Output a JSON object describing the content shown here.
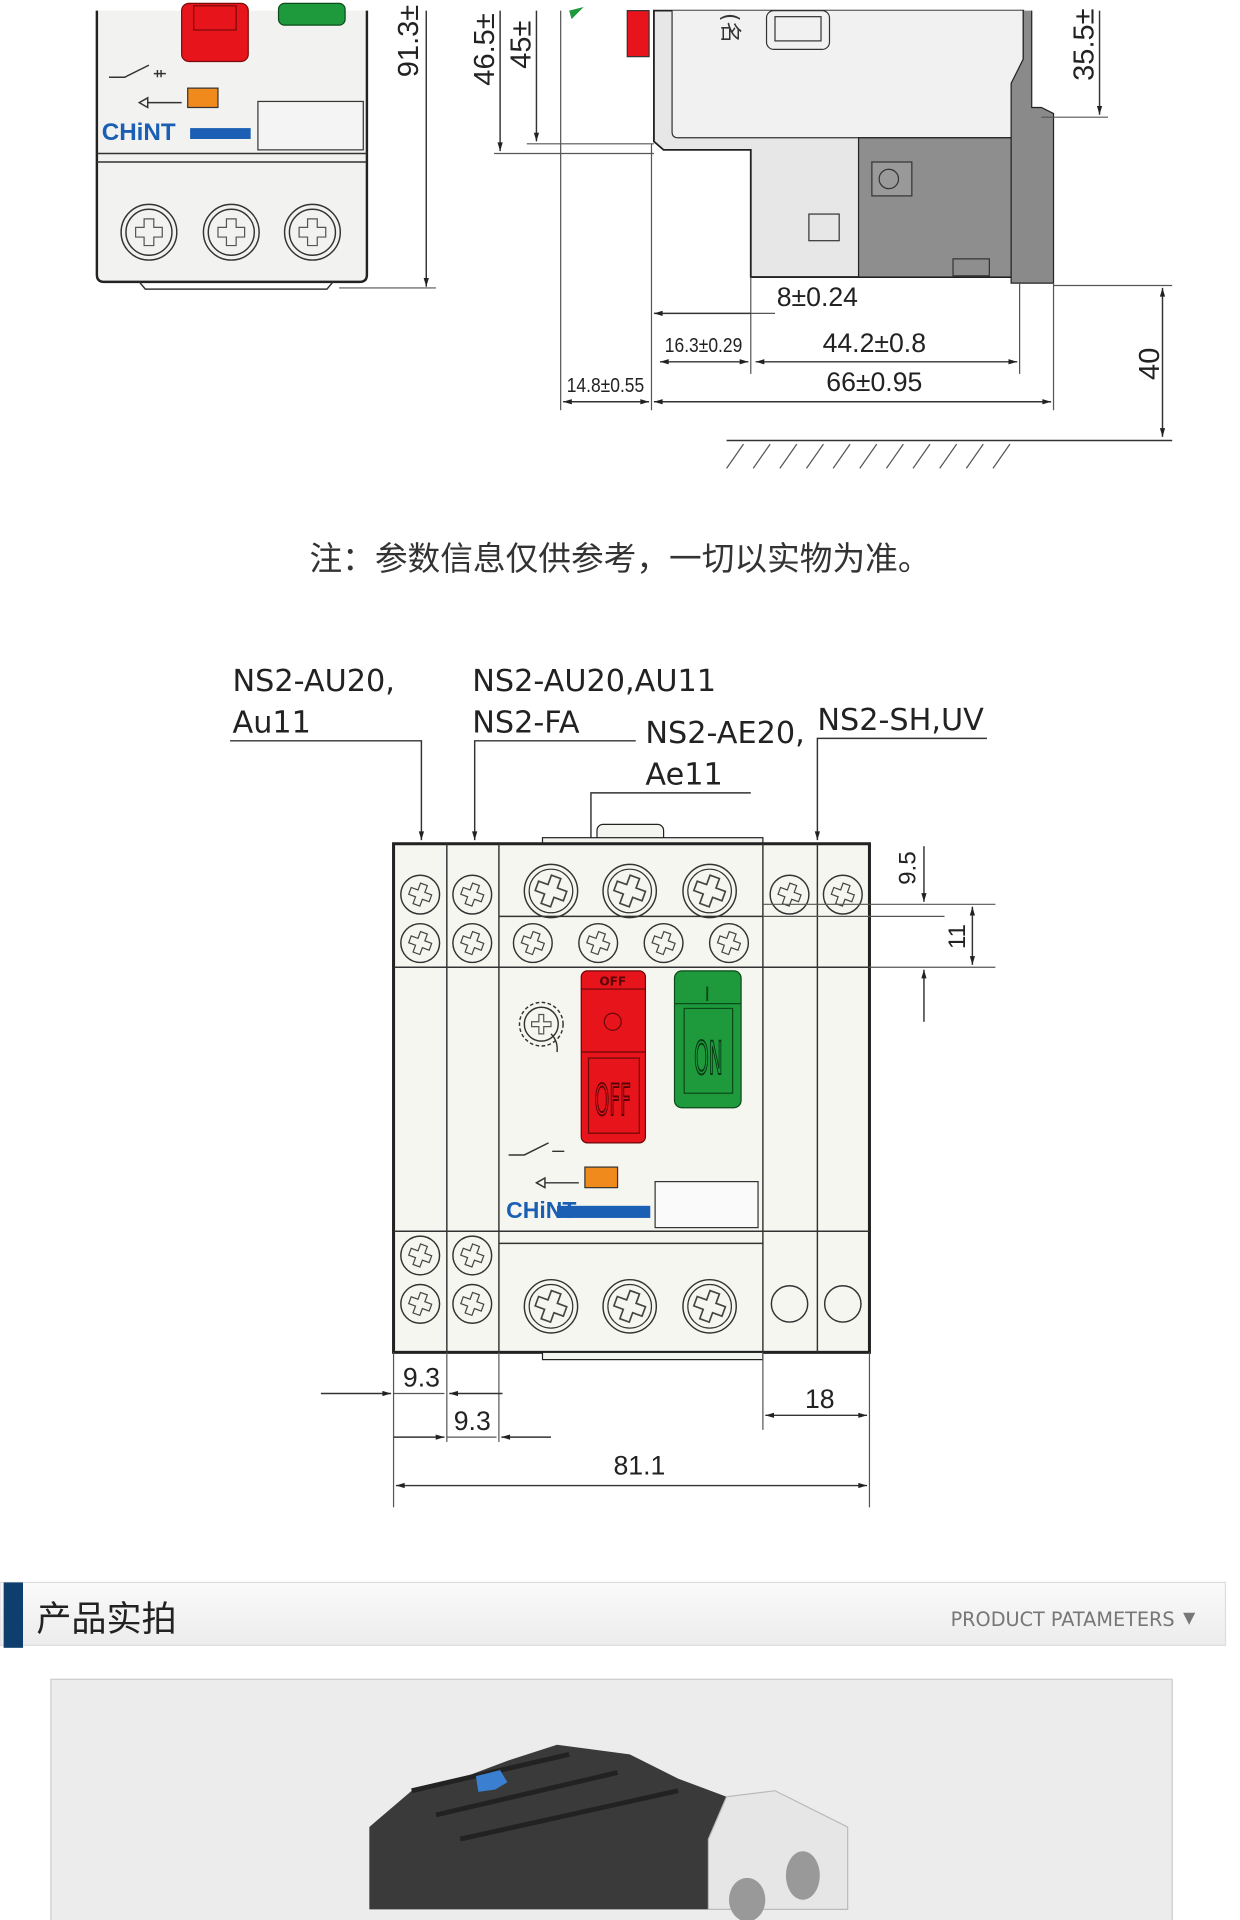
{
  "side_view": {
    "dims": {
      "height_913": "91.3±",
      "height_465": "46.5±",
      "height_45": "45±",
      "height_355": "35.5±",
      "d_8": "8±0.24",
      "d_163": "16.3±0.29",
      "d_442": "44.2±0.8",
      "d_148": "14.8±0.55",
      "d_66": "66±0.95",
      "d_40": "40"
    },
    "nameplate_fragment": "(名"
  },
  "front_top": {
    "brand": "CHiNT"
  },
  "note": "注：参数信息仅供参考，一切以实物为准。",
  "accessory_view": {
    "labels": {
      "au20_line1": "NS2-AU20,",
      "au20_line2": "Au11",
      "au_fa_line1": "NS2-AU20,AU11",
      "au_fa_line2": "NS2-FA",
      "ae_line1": "NS2-AE20,",
      "ae_line2": "Ae11",
      "sh_uv": "NS2-SH,UV"
    },
    "buttons": {
      "off_small": "OFF",
      "off": "OFF",
      "on": "ON",
      "on_mark": "I"
    },
    "brand": "CHiNT",
    "dims": {
      "d_95": "9.5",
      "d_11": "11",
      "d_93a": "9.3",
      "d_93b": "9.3",
      "d_18": "18",
      "d_811": "81.1"
    }
  },
  "section": {
    "title": "产品实拍",
    "link": "PRODUCT PATAMETERS",
    "link_icon": "triangle-down-icon",
    "accent": "#0d3e6e"
  },
  "colors": {
    "off_red": "#e8141c",
    "on_green": "#1e9a3c",
    "brand_blue": "#1a5fb4",
    "indicator_orange": "#f08a1c"
  }
}
